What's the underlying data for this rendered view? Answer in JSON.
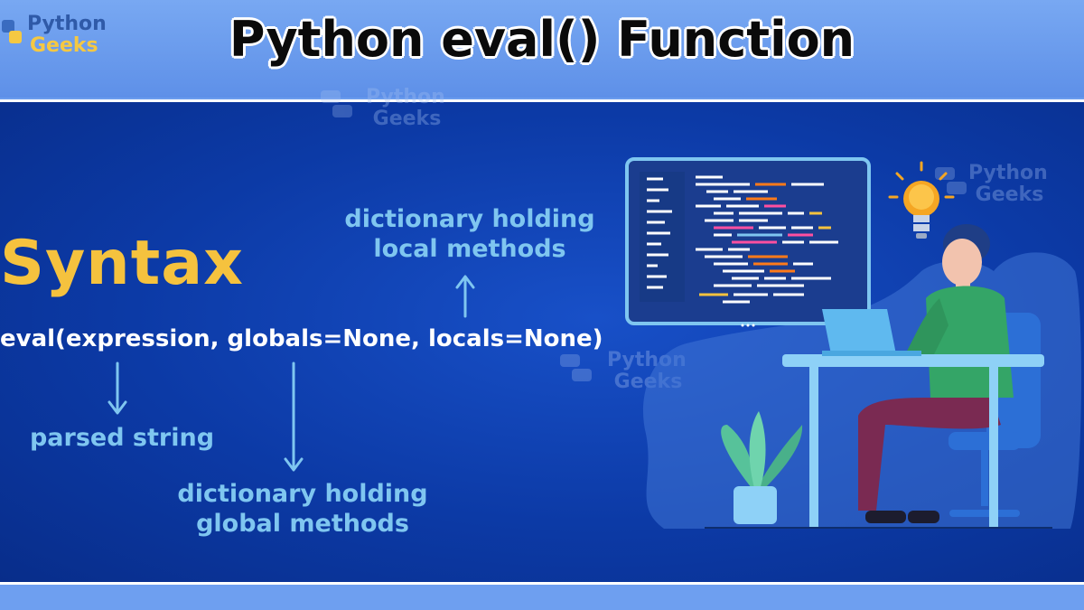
{
  "brand": {
    "word1": "Python",
    "word2": "Geeks"
  },
  "header": {
    "title": "Python eval() Function"
  },
  "content": {
    "heading": "Syntax",
    "signature": "eval(expression, globals=None, locals=None)",
    "annotations": {
      "expression": "parsed string",
      "globals_line1": "dictionary holding",
      "globals_line2": "global methods",
      "locals_line1": "dictionary holding",
      "locals_line2": "local methods"
    }
  },
  "colors": {
    "heading": "#f5c23e",
    "annotation": "#7fc6f0",
    "panel": "#0c3aa6",
    "header": "#6ea0f0"
  },
  "icons": [
    "python-logo-icon",
    "lightbulb-icon",
    "monitor-icon",
    "laptop-icon",
    "plant-icon"
  ]
}
